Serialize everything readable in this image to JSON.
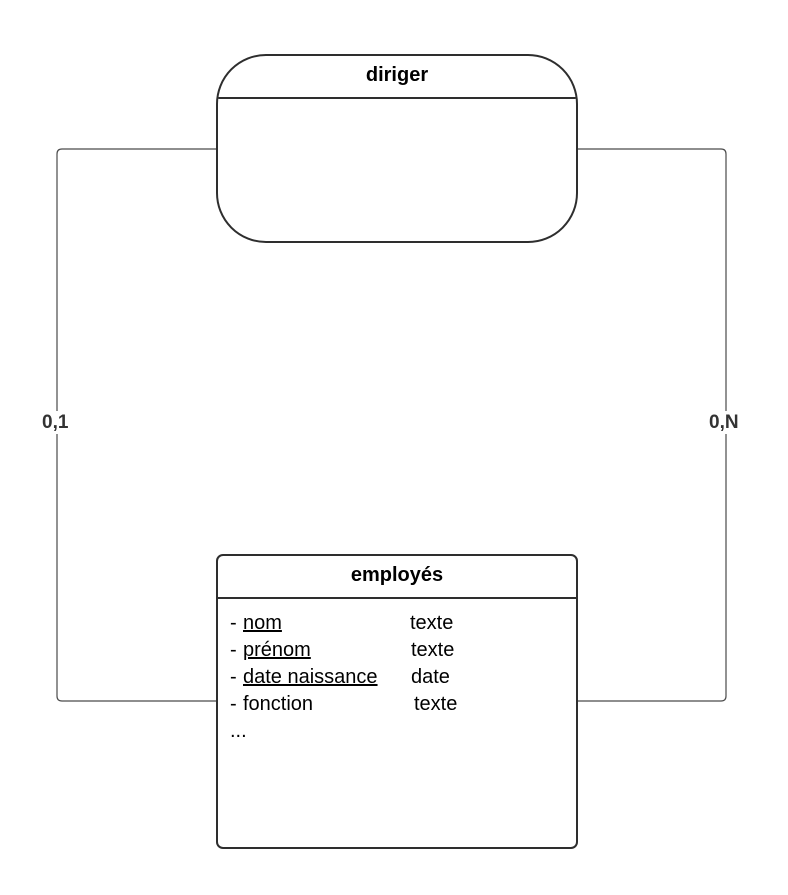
{
  "relation": {
    "title": "diriger"
  },
  "entity": {
    "title": "employés",
    "attributes": [
      {
        "dash": "-",
        "name": "nom",
        "type": "texte",
        "key": true
      },
      {
        "dash": "-",
        "name": "prénom",
        "type": "texte",
        "key": true
      },
      {
        "dash": "-",
        "name": "date naissance",
        "type": "date",
        "key": true
      },
      {
        "dash": "-",
        "name": "fonction",
        "type": "texte",
        "key": false
      }
    ],
    "more": "..."
  },
  "cardinalities": {
    "left": "0,1",
    "right": "0,N"
  }
}
